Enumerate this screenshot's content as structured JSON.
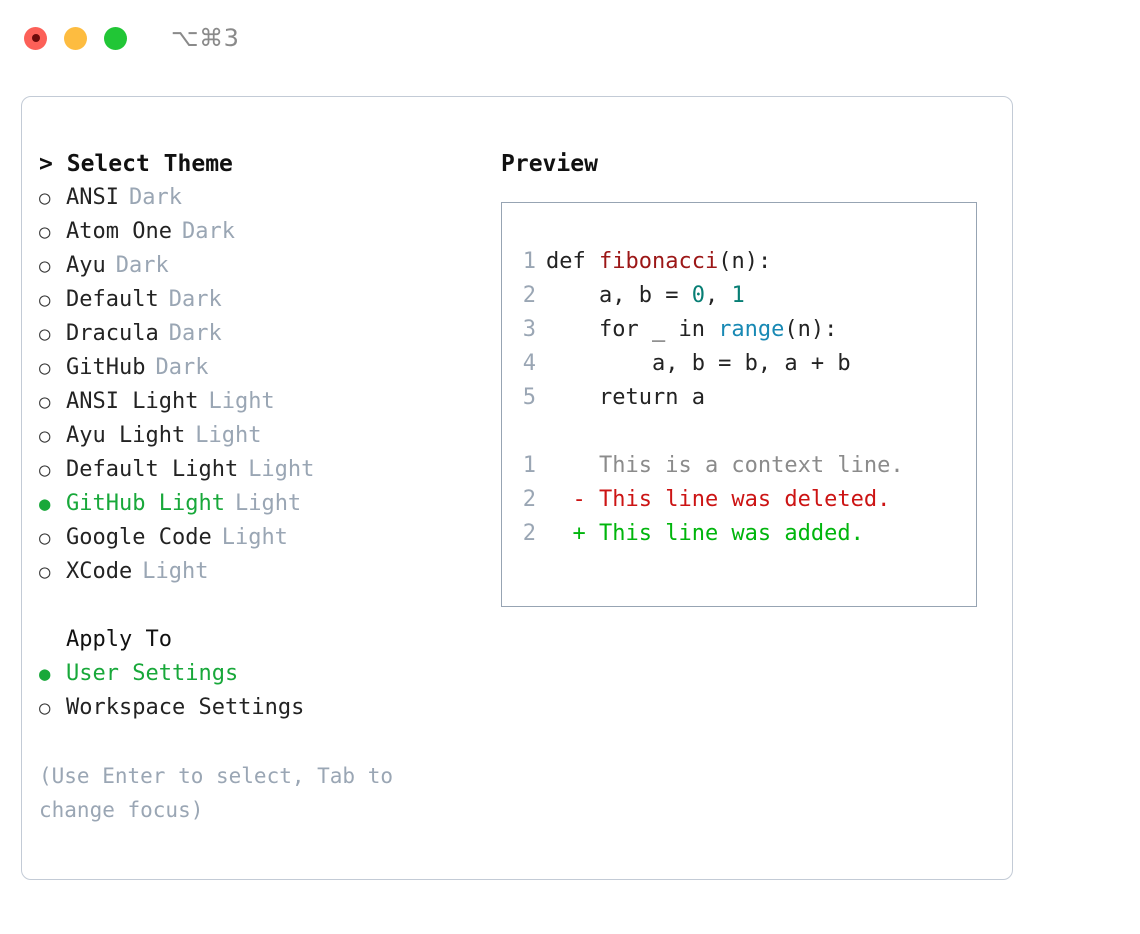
{
  "titlebar": {
    "shortcut": "⌥⌘3",
    "buttons": {
      "close": "close",
      "minimize": "minimize",
      "maximize": "maximize"
    }
  },
  "theme_picker": {
    "heading_caret": ">",
    "heading": "Select Theme",
    "marker_selected": "●",
    "marker_unselected": "○",
    "items": [
      {
        "label": "ANSI",
        "tag": "Dark",
        "selected": false
      },
      {
        "label": "Atom One",
        "tag": "Dark",
        "selected": false
      },
      {
        "label": "Ayu",
        "tag": "Dark",
        "selected": false
      },
      {
        "label": "Default",
        "tag": "Dark",
        "selected": false
      },
      {
        "label": "Dracula",
        "tag": "Dark",
        "selected": false
      },
      {
        "label": "GitHub",
        "tag": "Dark",
        "selected": false
      },
      {
        "label": "ANSI Light",
        "tag": "Light",
        "selected": false
      },
      {
        "label": "Ayu Light",
        "tag": "Light",
        "selected": false
      },
      {
        "label": "Default Light",
        "tag": "Light",
        "selected": false
      },
      {
        "label": "GitHub Light",
        "tag": "Light",
        "selected": true
      },
      {
        "label": "Google Code",
        "tag": "Light",
        "selected": false
      },
      {
        "label": "XCode",
        "tag": "Light",
        "selected": false
      }
    ]
  },
  "apply_to": {
    "heading": "Apply To",
    "items": [
      {
        "label": "User Settings",
        "selected": true
      },
      {
        "label": "Workspace Settings",
        "selected": false
      }
    ]
  },
  "hint": "(Use Enter to select, Tab to change focus)",
  "preview": {
    "title": "Preview",
    "code_lines": [
      {
        "num": "1",
        "tokens": [
          {
            "text": "def ",
            "type": "kw"
          },
          {
            "text": "fibonacci",
            "type": "fn"
          },
          {
            "text": "(n):",
            "type": "plain"
          }
        ]
      },
      {
        "num": "2",
        "tokens": [
          {
            "text": "    a, b = ",
            "type": "plain"
          },
          {
            "text": "0",
            "type": "num"
          },
          {
            "text": ", ",
            "type": "plain"
          },
          {
            "text": "1",
            "type": "num"
          }
        ]
      },
      {
        "num": "3",
        "tokens": [
          {
            "text": "    for _ in ",
            "type": "plain"
          },
          {
            "text": "range",
            "type": "call"
          },
          {
            "text": "(n):",
            "type": "plain"
          }
        ]
      },
      {
        "num": "4",
        "tokens": [
          {
            "text": "        a, b = b, a + b",
            "type": "plain"
          }
        ]
      },
      {
        "num": "5",
        "tokens": [
          {
            "text": "    return a",
            "type": "plain"
          }
        ]
      }
    ],
    "diff_lines": [
      {
        "num": "1",
        "sign": " ",
        "text": "This is a context line.",
        "kind": "ctx"
      },
      {
        "num": "2",
        "sign": "-",
        "text": "This line was deleted.",
        "kind": "del"
      },
      {
        "num": "2",
        "sign": "+",
        "text": "This line was added.",
        "kind": "add"
      }
    ]
  },
  "colors": {
    "accent_green": "#18a83a",
    "muted_tag": "#9aa6b4",
    "card_border": "#c3cbd6",
    "preview_border": "#97a4b3",
    "diff_add": "#00b50c",
    "diff_del": "#cc1414",
    "syntax_function": "#9c1717",
    "syntax_number": "#077e74",
    "syntax_call": "#1889b4"
  }
}
